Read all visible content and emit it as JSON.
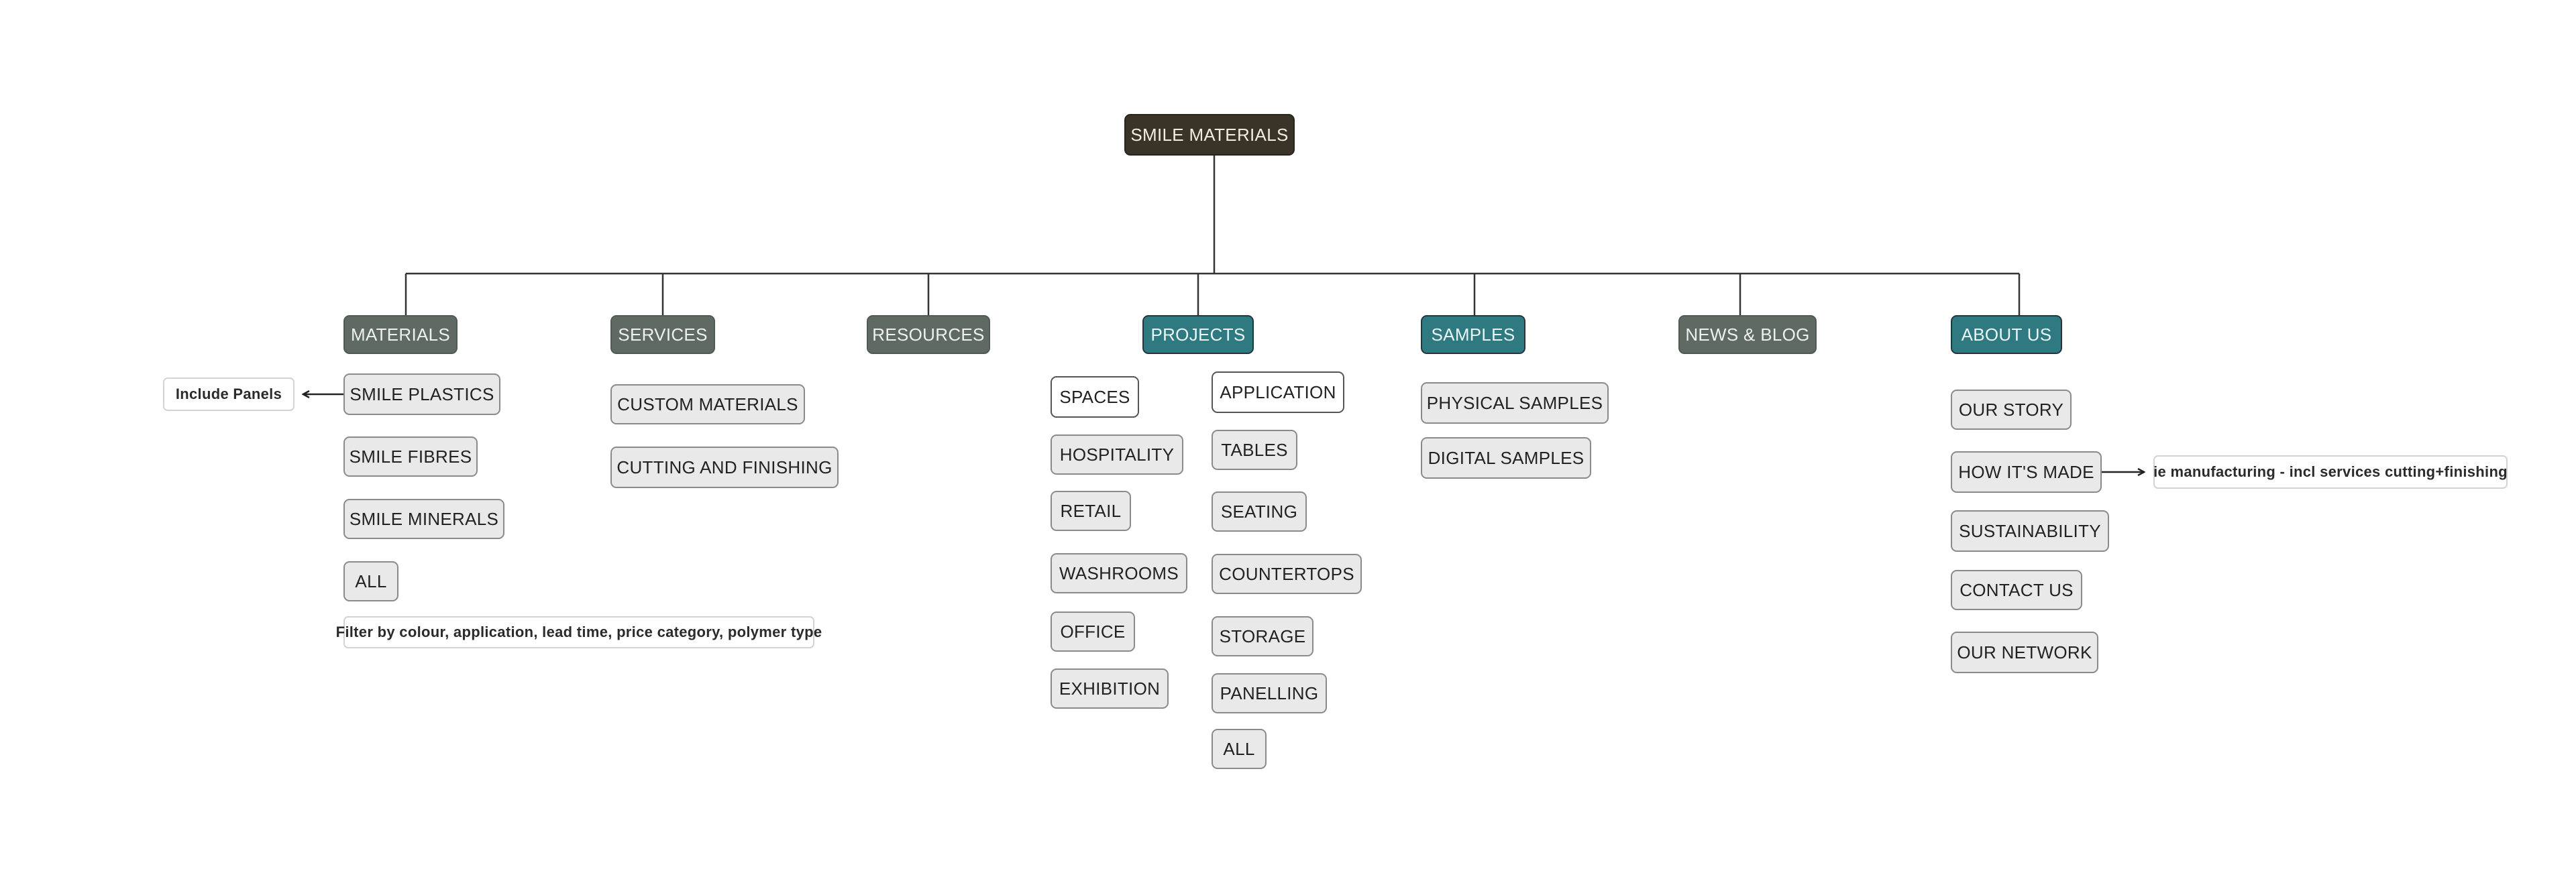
{
  "root": {
    "label": "SMILE MATERIALS"
  },
  "colors": {
    "root_bg": "#3a3327",
    "section_grey": "#5f6b62",
    "section_teal": "#2f7a80",
    "item_bg": "#e9e9e9",
    "connector": "#333333"
  },
  "sections": {
    "materials": {
      "label": "MATERIALS",
      "items": [
        "SMILE PLASTICS",
        "SMILE FIBRES",
        "SMILE MINERALS",
        "ALL"
      ],
      "note_left": "Include Panels",
      "note_bottom": "Filter by colour, application, lead time, price category, polymer type"
    },
    "services": {
      "label": "SERVICES",
      "items": [
        "CUSTOM MATERIALS",
        "CUTTING AND FINISHING"
      ]
    },
    "resources": {
      "label": "RESOURCES"
    },
    "projects": {
      "label": "PROJECTS",
      "spaces": {
        "label": "SPACES",
        "items": [
          "HOSPITALITY",
          "RETAIL",
          "WASHROOMS",
          "OFFICE",
          "EXHIBITION"
        ]
      },
      "application": {
        "label": "APPLICATION",
        "items": [
          "TABLES",
          "SEATING",
          "COUNTERTOPS",
          "STORAGE",
          "PANELLING",
          "ALL"
        ]
      }
    },
    "samples": {
      "label": "SAMPLES",
      "items": [
        "PHYSICAL SAMPLES",
        "DIGITAL SAMPLES"
      ]
    },
    "news": {
      "label": "NEWS & BLOG"
    },
    "about": {
      "label": "ABOUT US",
      "items": [
        "OUR STORY",
        "HOW IT'S MADE",
        "SUSTAINABILITY",
        "CONTACT US",
        "OUR NETWORK"
      ],
      "note_right": "ie manufacturing - incl services cutting+finishing"
    }
  }
}
